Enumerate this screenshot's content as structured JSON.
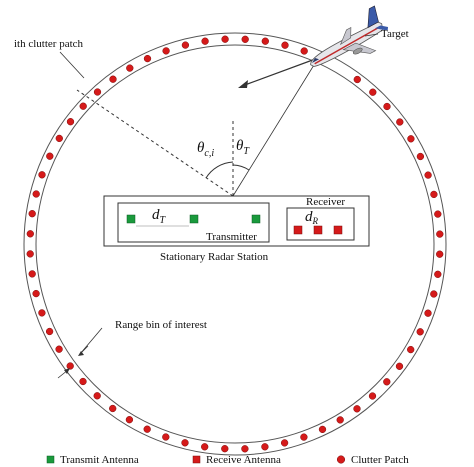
{
  "labels": {
    "target": "Target",
    "clutter_patch": "ith clutter patch",
    "range_bin": "Range bin of interest",
    "theta_c": "θ",
    "theta_c_sub": "c,i",
    "theta_t": "θ",
    "theta_t_sub": "T",
    "d_t": "d",
    "d_t_sub": "T",
    "d_r": "d",
    "d_r_sub": "R",
    "receiver": "Receiver",
    "transmitter": "Transmitter",
    "station": "Stationary Radar Station"
  },
  "legend": {
    "transmit": "Transmit Antenna",
    "receive": "Receive Antenna",
    "clutter": "Clutter Patch"
  },
  "colors": {
    "transmit": "#1a9a3c",
    "receive": "#d51a1a",
    "clutter": "#d51a1a",
    "line": "#333333",
    "ring": "#555555",
    "aircraft_body": "#e6e6ea",
    "aircraft_tail": "#3a5aa8",
    "aircraft_stripe": "#c02a2a"
  },
  "icons": {
    "aircraft": "airplane-icon"
  }
}
